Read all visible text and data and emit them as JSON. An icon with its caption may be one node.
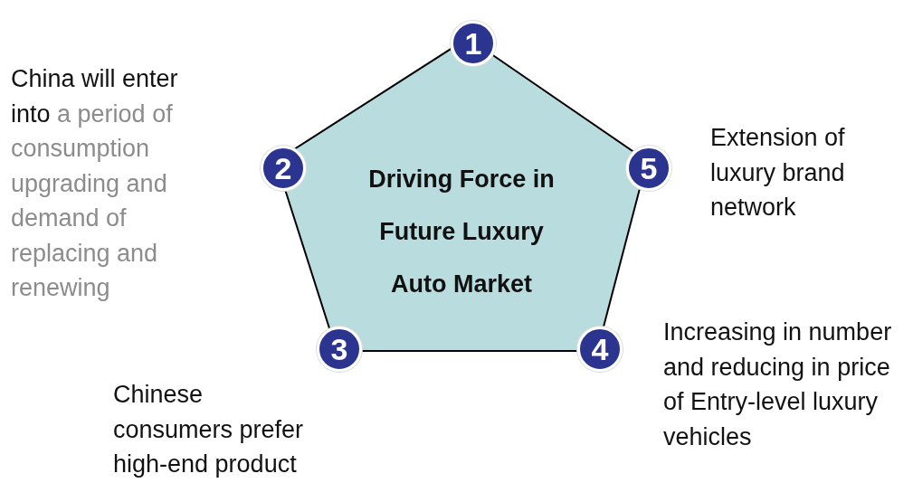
{
  "diagram": {
    "nodes": [
      {
        "text": [
          "Driving Force in Future Luxury Auto Market"
        ]
      },
      {
        "text": [
          "1"
        ]
      },
      {
        "text": [
          "2"
        ],
        "beside": [
          "China will enter into",
          "a period of consumption upgrading and demand of replacing and renewing"
        ]
      },
      {
        "text": [
          "3"
        ],
        "beside": [
          "Chinese consumers prefer high-end product"
        ]
      },
      {
        "text": [
          "4"
        ]
      },
      {
        "text": [
          "5"
        ],
        "beside": [
          "Extension of luxury brand network"
        ]
      }
    ],
    "labels": [
      "Increasing in number and reducing in price of Entry-level luxury vehicles"
    ]
  }
}
